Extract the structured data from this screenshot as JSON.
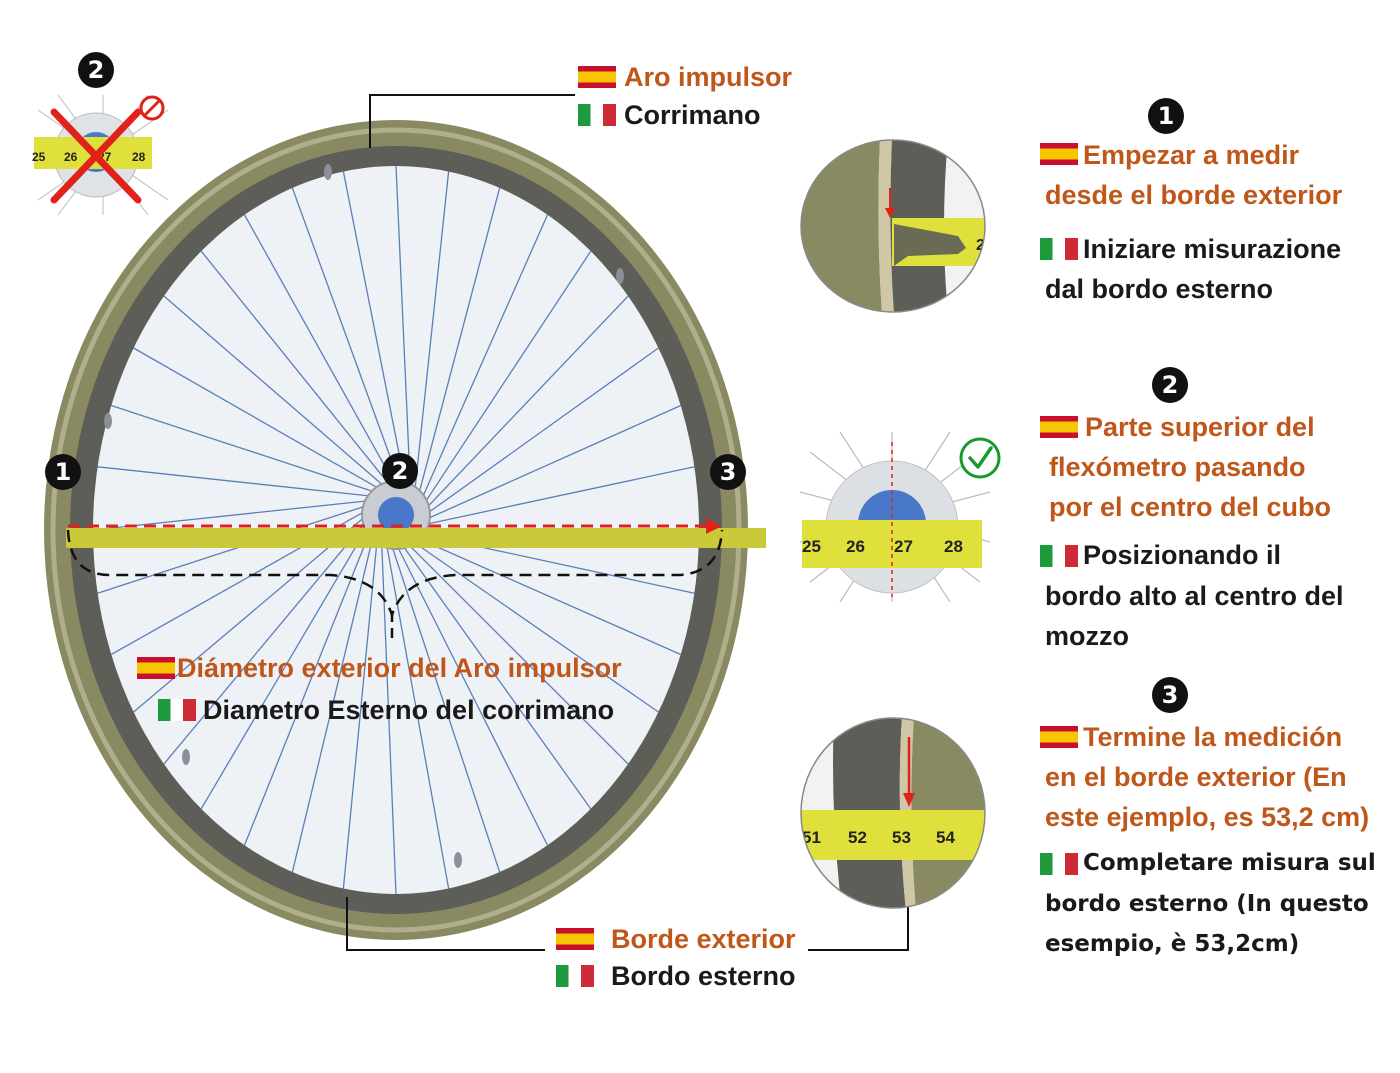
{
  "callouts": {
    "handrim": {
      "es": "Aro impulsor",
      "it": "Corrimano"
    },
    "outer_edge": {
      "es": "Borde exterior",
      "it": "Bordo esterno"
    },
    "diameter": {
      "es": "Diámetro exterior del Aro impulsor",
      "it": "Diametro Esterno del corrimano"
    }
  },
  "markers": {
    "one": "1",
    "two": "2",
    "three": "3"
  },
  "steps": [
    {
      "number": "1",
      "es_lines": [
        "Empezar a medir",
        "desde el borde exterior"
      ],
      "it_lines": [
        "Iniziare misurazione",
        "dal bordo esterno"
      ]
    },
    {
      "number": "2",
      "es_lines": [
        "Parte superior del",
        "flexómetro pasando",
        "por el centro del cubo"
      ],
      "it_lines": [
        "Posizionando il",
        "bordo alto al centro del",
        "mozzo"
      ]
    },
    {
      "number": "3",
      "es_lines": [
        "Termine la medición",
        "en el borde exterior (En",
        "este ejemplo, es 53,2 cm)"
      ],
      "it_lines": [
        "Completare misura sul",
        "bordo esterno (In questo",
        "esempio, è 53,2cm)"
      ]
    }
  ],
  "tape_wrong": [
    "25",
    "26",
    "27",
    "28"
  ],
  "tape_right": [
    "25",
    "26",
    "27",
    "28"
  ],
  "tape_end": [
    "51",
    "52",
    "53",
    "54"
  ],
  "tape_start_digit": "2",
  "colors": {
    "es_text": "#c0571a",
    "tire": "#8a8a62",
    "tape": "#d6d636",
    "arrow": "#e0221a",
    "check": "#1a9a2e",
    "hub": "#3e6fc8"
  },
  "icons": {
    "wrong": "red-x-icon",
    "forbidden": "no-entry-icon",
    "correct": "green-check-icon"
  }
}
